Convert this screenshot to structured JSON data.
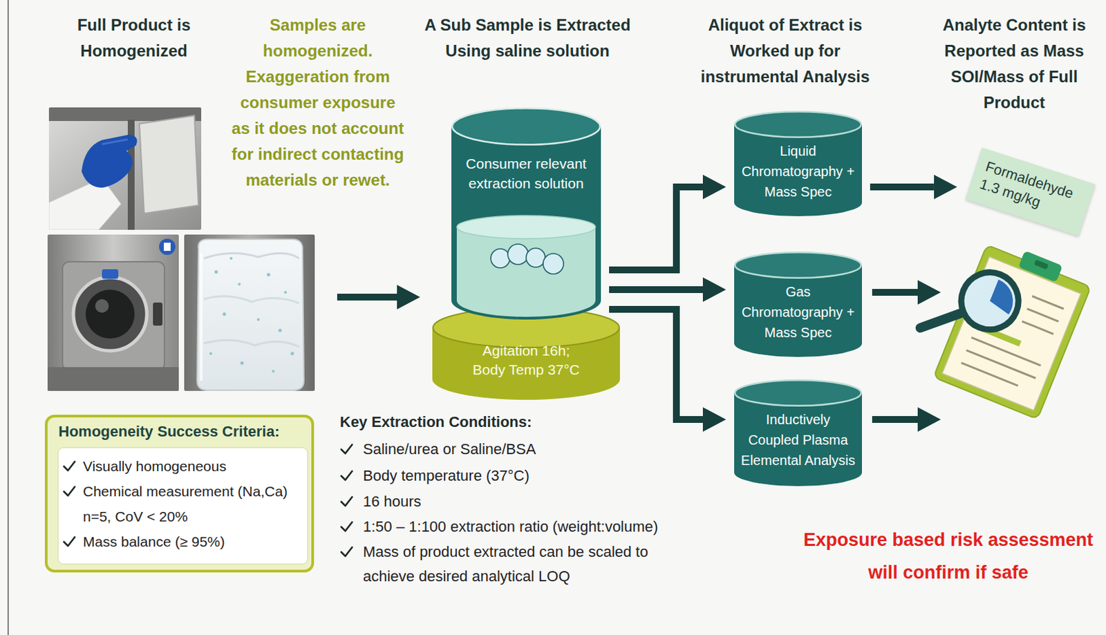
{
  "diagram": {
    "nodes": [
      {
        "text": [
          "Homogeneity Success Criteria:"
        ]
      },
      {
        "text": [
          "Visually homogeneous",
          "Chemical measurement (Na,Ca) n=5, CoV < 20%",
          "Mass balance (≥ 95%)"
        ],
        "in": 0
      },
      {
        "text": [
          "Consumer relevant extraction solution"
        ]
      },
      {
        "text": [
          "Agitation 16h; Body Temp 37°C"
        ]
      },
      {
        "text": [
          "Liquid Chromatography + Mass Spec"
        ]
      },
      {
        "text": [
          "Gas Chromatography + Mass Spec"
        ]
      },
      {
        "text": [
          "Inductively Coupled Plasma Elemental Analysis"
        ]
      },
      {
        "text": [
          "Formaldehyde 1.3 mg/kg"
        ]
      }
    ],
    "edges": [
      {
        "from": 2,
        "to": 4,
        "arrow": "to"
      },
      {
        "from": 2,
        "to": 5,
        "arrow": "to"
      },
      {
        "from": 2,
        "to": 6,
        "arrow": "to"
      },
      {
        "from": 4,
        "to": 7,
        "arrow": "to"
      }
    ],
    "labels": [
      "Full Product is Homogenized",
      "Samples are homogenized. Exaggeration from consumer exposure as it does not account for indirect contacting materials or rewet.",
      "A Sub Sample is Extracted Using saline solution",
      "Aliquot of Extract is Worked up for instrumental Analysis",
      "Analyte Content is Reported as Mass SOI/Mass of Full Product",
      "Key Extraction Conditions:",
      "Saline/urea or Saline/BSA",
      "Body temperature (37°C)",
      "16 hours",
      "1:50 – 1:100 extraction ratio (weight:volume)",
      "Mass of product extracted can be scaled to achieve desired analytical LOQ",
      "Exposure based risk assessment will confirm if safe"
    ]
  }
}
